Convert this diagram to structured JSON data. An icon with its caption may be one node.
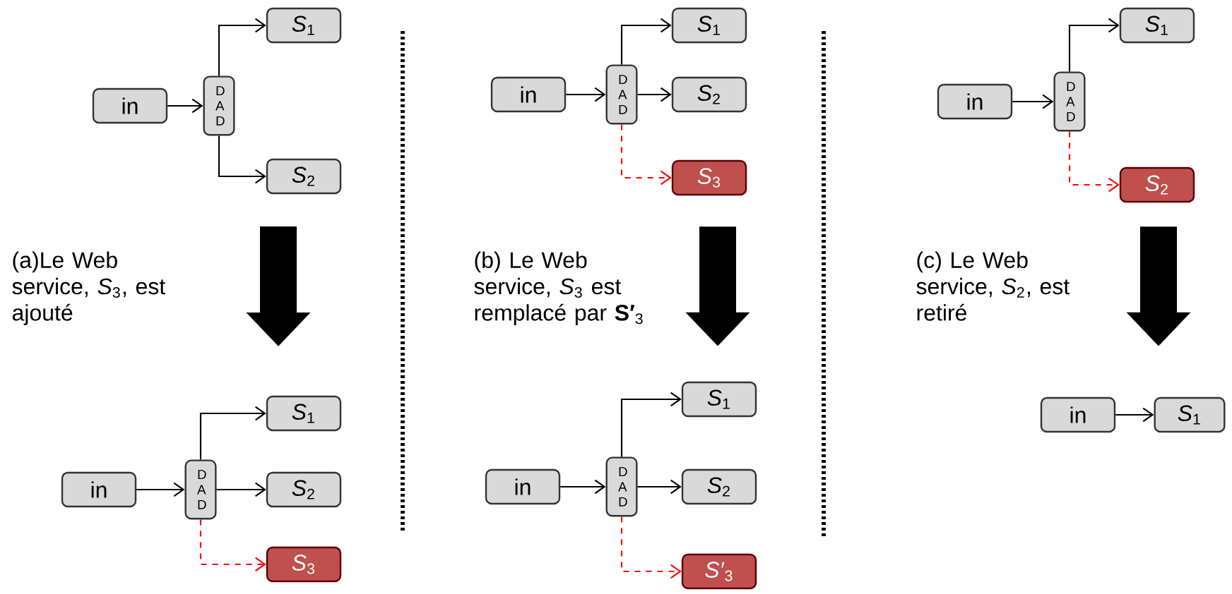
{
  "diagram": {
    "nodes": [
      {
        "text": [
          "in"
        ]
      },
      {
        "text": [
          "D A D"
        ]
      },
      {
        "text": [
          "*S*$_{1}$"
        ]
      },
      {
        "text": [
          "*S*$_{2}$"
        ]
      },
      {
        "text": [
          "in"
        ]
      },
      {
        "text": [
          "D A D"
        ]
      },
      {
        "text": [
          "*S*$_{1}$"
        ]
      },
      {
        "text": [
          "*S*$_{2}$"
        ]
      },
      {
        "text": [
          "*S*$_{3}$"
        ]
      },
      {
        "text": [
          "in"
        ]
      },
      {
        "text": [
          "D A D"
        ]
      },
      {
        "text": [
          "*S*$_{1}$"
        ]
      },
      {
        "text": [
          "*S*$_{2}$"
        ]
      },
      {
        "text": [
          "*S*$_{3}$"
        ]
      },
      {
        "text": [
          "in"
        ]
      },
      {
        "text": [
          "D A D"
        ]
      },
      {
        "text": [
          "*S*$_{1}$"
        ]
      },
      {
        "text": [
          "*S*$_{2}$"
        ]
      },
      {
        "text": [
          "*S′*$_{3}$"
        ]
      },
      {
        "text": [
          "in"
        ]
      },
      {
        "text": [
          "D A D"
        ]
      },
      {
        "text": [
          "*S*$_{1}$"
        ]
      },
      {
        "text": [
          "*S*$_{2}$"
        ]
      },
      {
        "text": [
          "in"
        ]
      },
      {
        "text": [
          "*S*$_{1}$"
        ]
      }
    ],
    "edges": [
      {
        "from": 0,
        "to": 1,
        "arrow": "to"
      },
      {
        "from": 1,
        "to": 2,
        "arrow": "to"
      },
      {
        "from": 1,
        "to": 3,
        "arrow": "to"
      },
      {
        "from": 4,
        "to": 5,
        "arrow": "to"
      },
      {
        "from": 5,
        "to": 6,
        "arrow": "to"
      },
      {
        "from": 5,
        "to": 7,
        "arrow": "to"
      },
      {
        "from": 5,
        "to": 8,
        "arrow": "to",
        "style": "dashed",
        "color": "#ff0000"
      },
      {
        "from": 9,
        "to": 10,
        "arrow": "to"
      },
      {
        "from": 10,
        "to": 11,
        "arrow": "to"
      },
      {
        "from": 10,
        "to": 12,
        "arrow": "to"
      },
      {
        "from": 10,
        "to": 13,
        "arrow": "to",
        "style": "dashed",
        "color": "#ff0000"
      },
      {
        "from": 14,
        "to": 15,
        "arrow": "to"
      },
      {
        "from": 15,
        "to": 16,
        "arrow": "to"
      },
      {
        "from": 15,
        "to": 17,
        "arrow": "to"
      },
      {
        "from": 15,
        "to": 18,
        "arrow": "to",
        "style": "dashed",
        "color": "#ff0000"
      },
      {
        "from": 19,
        "to": 20,
        "arrow": "to"
      },
      {
        "from": 20,
        "to": 21,
        "arrow": "to"
      },
      {
        "from": 20,
        "to": 22,
        "arrow": "to",
        "style": "dashed",
        "color": "#ff0000"
      },
      {
        "from": 23,
        "to": 24,
        "arrow": "to"
      },
      {
        "from": 3,
        "to": 6,
        "arrow": "to",
        "style": "thick"
      },
      {
        "from": 13,
        "to": 16,
        "arrow": "to",
        "style": "thick"
      },
      {
        "from": 22,
        "to": 24,
        "arrow": "to",
        "style": "thick"
      }
    ],
    "labels": [
      "(a)Le Web service, *S*$_{3}$, est ajouté",
      "(b) Le Web service, *S*$_{3}$ est remplacé par **S′**$_{3}$",
      "(c) Le Web service, *S*$_{2}$, est retiré"
    ]
  }
}
